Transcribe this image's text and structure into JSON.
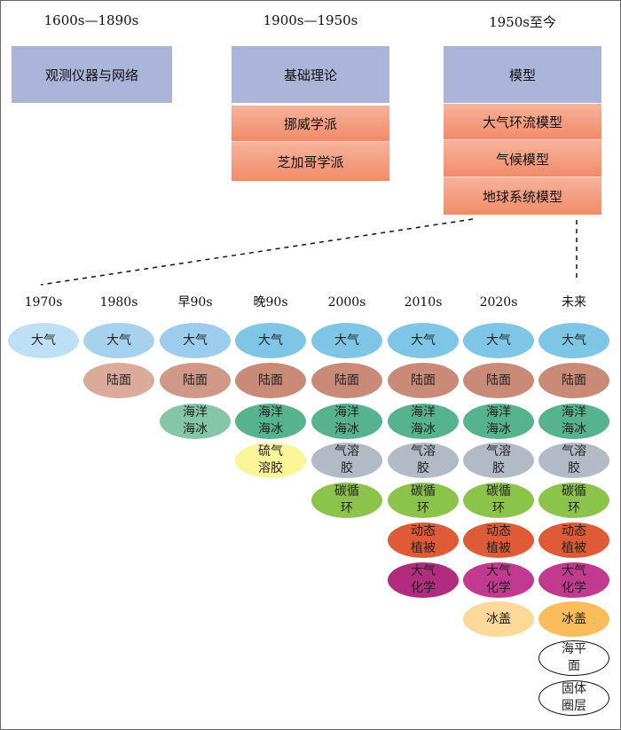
{
  "eras": [
    {
      "label": "1600s—1890s",
      "box": "观测仪器与网络",
      "items": []
    },
    {
      "label": "1900s—1950s",
      "box": "基础理论",
      "items": [
        "挪威学派",
        "芝加哥学派"
      ]
    },
    {
      "label": "1950s至今",
      "box": "模型",
      "items": [
        "大气环流模型",
        "气候模型",
        "地球系统模型"
      ]
    }
  ],
  "columns": [
    {
      "label": "1970s",
      "cells": [
        {
          "text": "大气",
          "color": "#bfe0f4"
        }
      ]
    },
    {
      "label": "1980s",
      "cells": [
        {
          "text": "大气",
          "color": "#a7d2ef"
        },
        {
          "text": "陆面",
          "color": "#dcaa9b"
        }
      ]
    },
    {
      "label": "早90s",
      "cells": [
        {
          "text": "大气",
          "color": "#9ccdee"
        },
        {
          "text": "陆面",
          "color": "#cf9888"
        },
        {
          "text": "海洋\n海冰",
          "color": "#84c6a6"
        }
      ]
    },
    {
      "label": "晚90s",
      "cells": [
        {
          "text": "大气",
          "color": "#7ec5e6"
        },
        {
          "text": "陆面",
          "color": "#c98b78"
        },
        {
          "text": "海洋\n海冰",
          "color": "#57b38f"
        },
        {
          "text": "硫气\n溶胶",
          "color": "#fbf59a"
        }
      ]
    },
    {
      "label": "2000s",
      "cells": [
        {
          "text": "大气",
          "color": "#7ec5e6"
        },
        {
          "text": "陆面",
          "color": "#c98b78"
        },
        {
          "text": "海洋\n海冰",
          "color": "#57b38f"
        },
        {
          "text": "气溶\n胶",
          "color": "#b2bac6"
        },
        {
          "text": "碳循\n环",
          "color": "#8cc34a"
        }
      ]
    },
    {
      "label": "2010s",
      "cells": [
        {
          "text": "大气",
          "color": "#7ec5e6"
        },
        {
          "text": "陆面",
          "color": "#c98b78"
        },
        {
          "text": "海洋\n海冰",
          "color": "#57b38f"
        },
        {
          "text": "气溶\n胶",
          "color": "#b2bac6"
        },
        {
          "text": "碳循\n环",
          "color": "#8cc34a"
        },
        {
          "text": "动态\n植被",
          "color": "#df5a37"
        },
        {
          "text": "大气\n化学",
          "color": "#b02c7f"
        }
      ]
    },
    {
      "label": "2020s",
      "cells": [
        {
          "text": "大气",
          "color": "#7ec5e6"
        },
        {
          "text": "陆面",
          "color": "#c98b78"
        },
        {
          "text": "海洋\n海冰",
          "color": "#57b38f"
        },
        {
          "text": "气溶\n胶",
          "color": "#b2bac6"
        },
        {
          "text": "碳循\n环",
          "color": "#8cc34a"
        },
        {
          "text": "动态\n植被",
          "color": "#df5a37"
        },
        {
          "text": "大气\n化学",
          "color": "#c23a8f"
        },
        {
          "text": "冰盖",
          "color": "#fcd998"
        }
      ]
    },
    {
      "label": "未来",
      "cells": [
        {
          "text": "大气",
          "color": "#7ec5e6"
        },
        {
          "text": "陆面",
          "color": "#c98b78"
        },
        {
          "text": "海洋\n海冰",
          "color": "#57b38f"
        },
        {
          "text": "气溶\n胶",
          "color": "#b2bac6"
        },
        {
          "text": "碳循\n环",
          "color": "#8cc34a"
        },
        {
          "text": "动态\n植被",
          "color": "#df5a37"
        },
        {
          "text": "大气\n化学",
          "color": "#c23a8f"
        },
        {
          "text": "冰盖",
          "color": "#fbbd5c"
        },
        {
          "text": "海平\n面",
          "color": "#ffffff"
        },
        {
          "text": "固体\n圈层",
          "color": "#ffffff"
        }
      ]
    }
  ]
}
